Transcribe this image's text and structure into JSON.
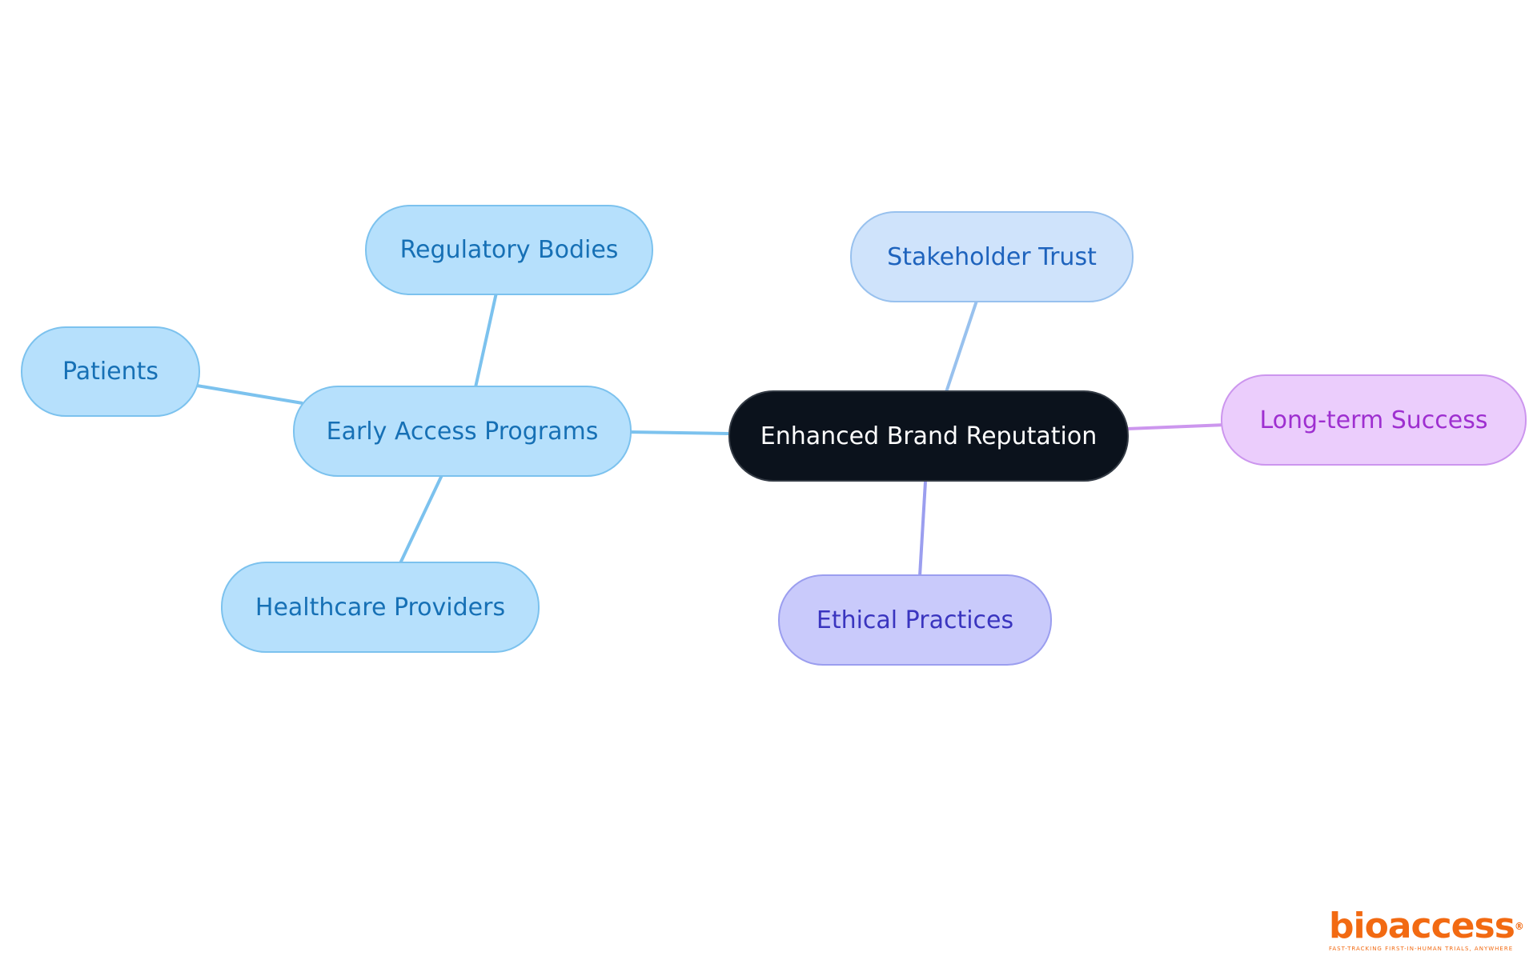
{
  "diagram": {
    "root": {
      "label": "Enhanced Brand Reputation"
    },
    "nodes": {
      "early_access": {
        "label": "Early Access Programs"
      },
      "regulatory": {
        "label": "Regulatory Bodies"
      },
      "patients": {
        "label": "Patients"
      },
      "healthcare": {
        "label": "Healthcare Providers"
      },
      "stakeholder": {
        "label": "Stakeholder Trust"
      },
      "long_term": {
        "label": "Long-term Success"
      },
      "ethical": {
        "label": "Ethical Practices"
      }
    },
    "colors": {
      "root_fill": "#0b121c",
      "blue_branch": "#7cc2ee",
      "sky_branch": "#98c1ee",
      "indigo_branch": "#9b9eef",
      "purple_branch": "#cc96ee"
    }
  },
  "logo": {
    "wordmark": "bioaccess",
    "registered": "®",
    "tagline": "FAST-TRACKING FIRST-IN-HUMAN TRIALS, ANYWHERE"
  }
}
